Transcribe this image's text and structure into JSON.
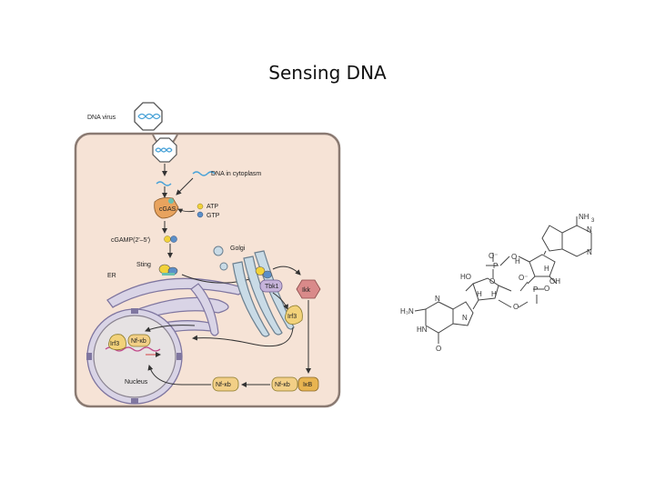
{
  "slide": {
    "title": "Sensing DNA"
  },
  "diagram": {
    "labels": {
      "dna_virus": "DNA virus",
      "dna_in_cytoplasm": "DNA in cytoplasm",
      "cgas": "cGAS",
      "atp": "ATP",
      "gtp": "GTP",
      "cgamp": "cGAMP(2'–5')",
      "golgi": "Golgi",
      "sting": "Sting",
      "er": "ER",
      "tbk1": "Tbk1",
      "ikk": "Ikk",
      "irf3_cyto": "Irf3",
      "irf3_nuc": "Irf3",
      "nfkb_nuc": "Nf-κb",
      "nucleus": "Nucleus",
      "nfkb_bottom": "Nf-κb",
      "nfkb_complex": "Nf-κb",
      "ikb": "IκB"
    },
    "colors": {
      "cell_fill": "#f6e3d6",
      "cell_border": "#8a7a72",
      "nucleus_fill": "#e6e2e3",
      "er_fill": "#d9d4e6",
      "golgi_fill": "#c9dbe6",
      "cgas": "#e8a35e",
      "tbk1": "#c6b3da",
      "ikk": "#d98a8a",
      "irf3": "#f2d27a",
      "nfkb": "#f2cf86"
    }
  },
  "molecule": {
    "labels": {
      "nh3_top": "NH",
      "nh3_top_sub": "3",
      "h3n_left": "H₃N",
      "o_minus_1": "O⁻",
      "p1": "P",
      "o1": "O",
      "o2": "O",
      "ho": "HO",
      "oh": "OH",
      "o_minus_2": "O⁻",
      "p2": "P",
      "o3": "O",
      "o4": "O",
      "hn": "HN",
      "o_bottom": "O",
      "n_a1": "N",
      "n_a2": "N",
      "n_g1": "N",
      "n_g2": "N",
      "h1": "H",
      "h2": "H",
      "h3": "H",
      "h4": "H"
    }
  }
}
